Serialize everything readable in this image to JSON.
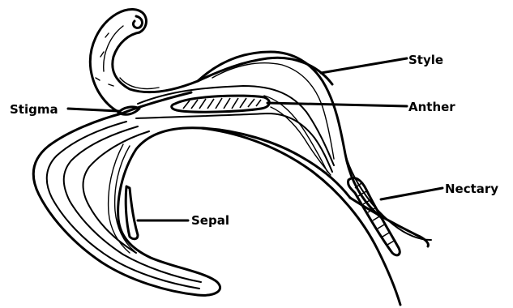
{
  "labels": {
    "style": "Style",
    "stigma": "Stigma",
    "anther": "Anther",
    "nectary": "Nectary",
    "sepal": "Sepal"
  },
  "colors": {
    "ink": "#000000",
    "paper": "#ffffff"
  }
}
